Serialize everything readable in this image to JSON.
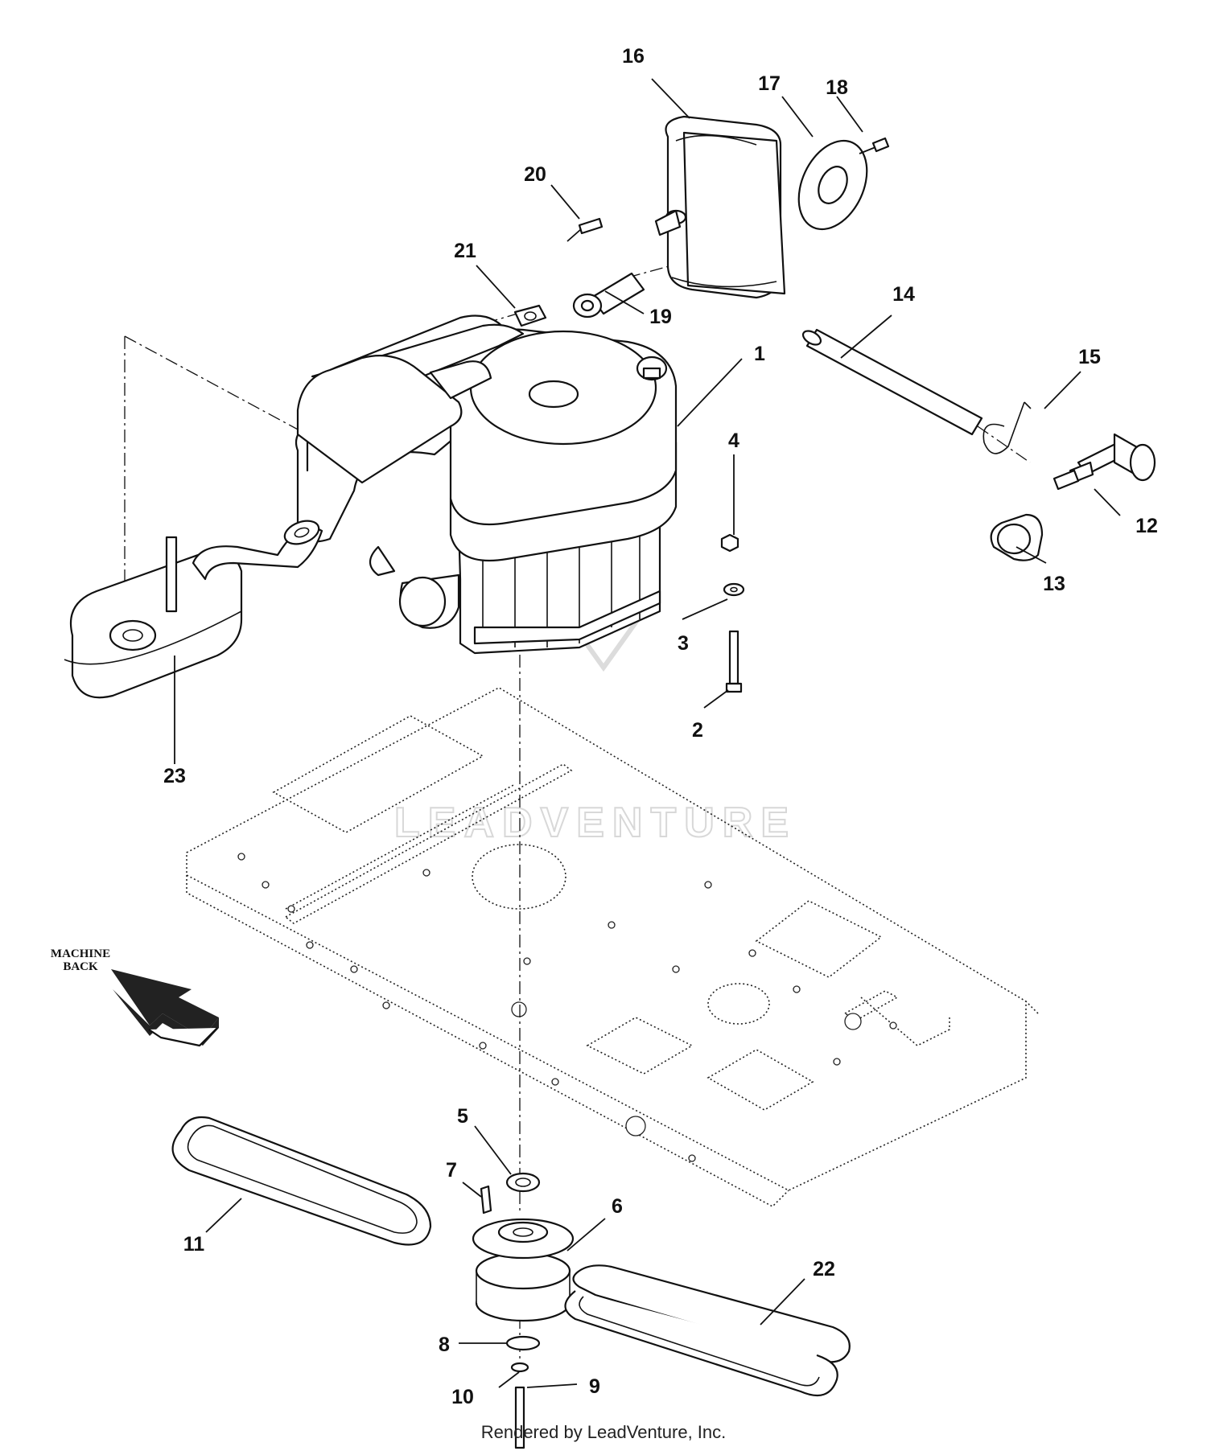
{
  "callouts": {
    "c1": "1",
    "c2": "2",
    "c3": "3",
    "c4": "4",
    "c5": "5",
    "c6": "6",
    "c7": "7",
    "c8": "8",
    "c9": "9",
    "c10": "10",
    "c11": "11",
    "c12": "12",
    "c13": "13",
    "c14": "14",
    "c15": "15",
    "c16": "16",
    "c17": "17",
    "c18": "18",
    "c19": "19",
    "c20": "20",
    "c21": "21",
    "c22": "22",
    "c23": "23"
  },
  "direction_label": {
    "line1": "MACHINE",
    "line2": "BACK"
  },
  "watermark": "LEADVENTURE",
  "footer": "Rendered by LeadVenture, Inc."
}
